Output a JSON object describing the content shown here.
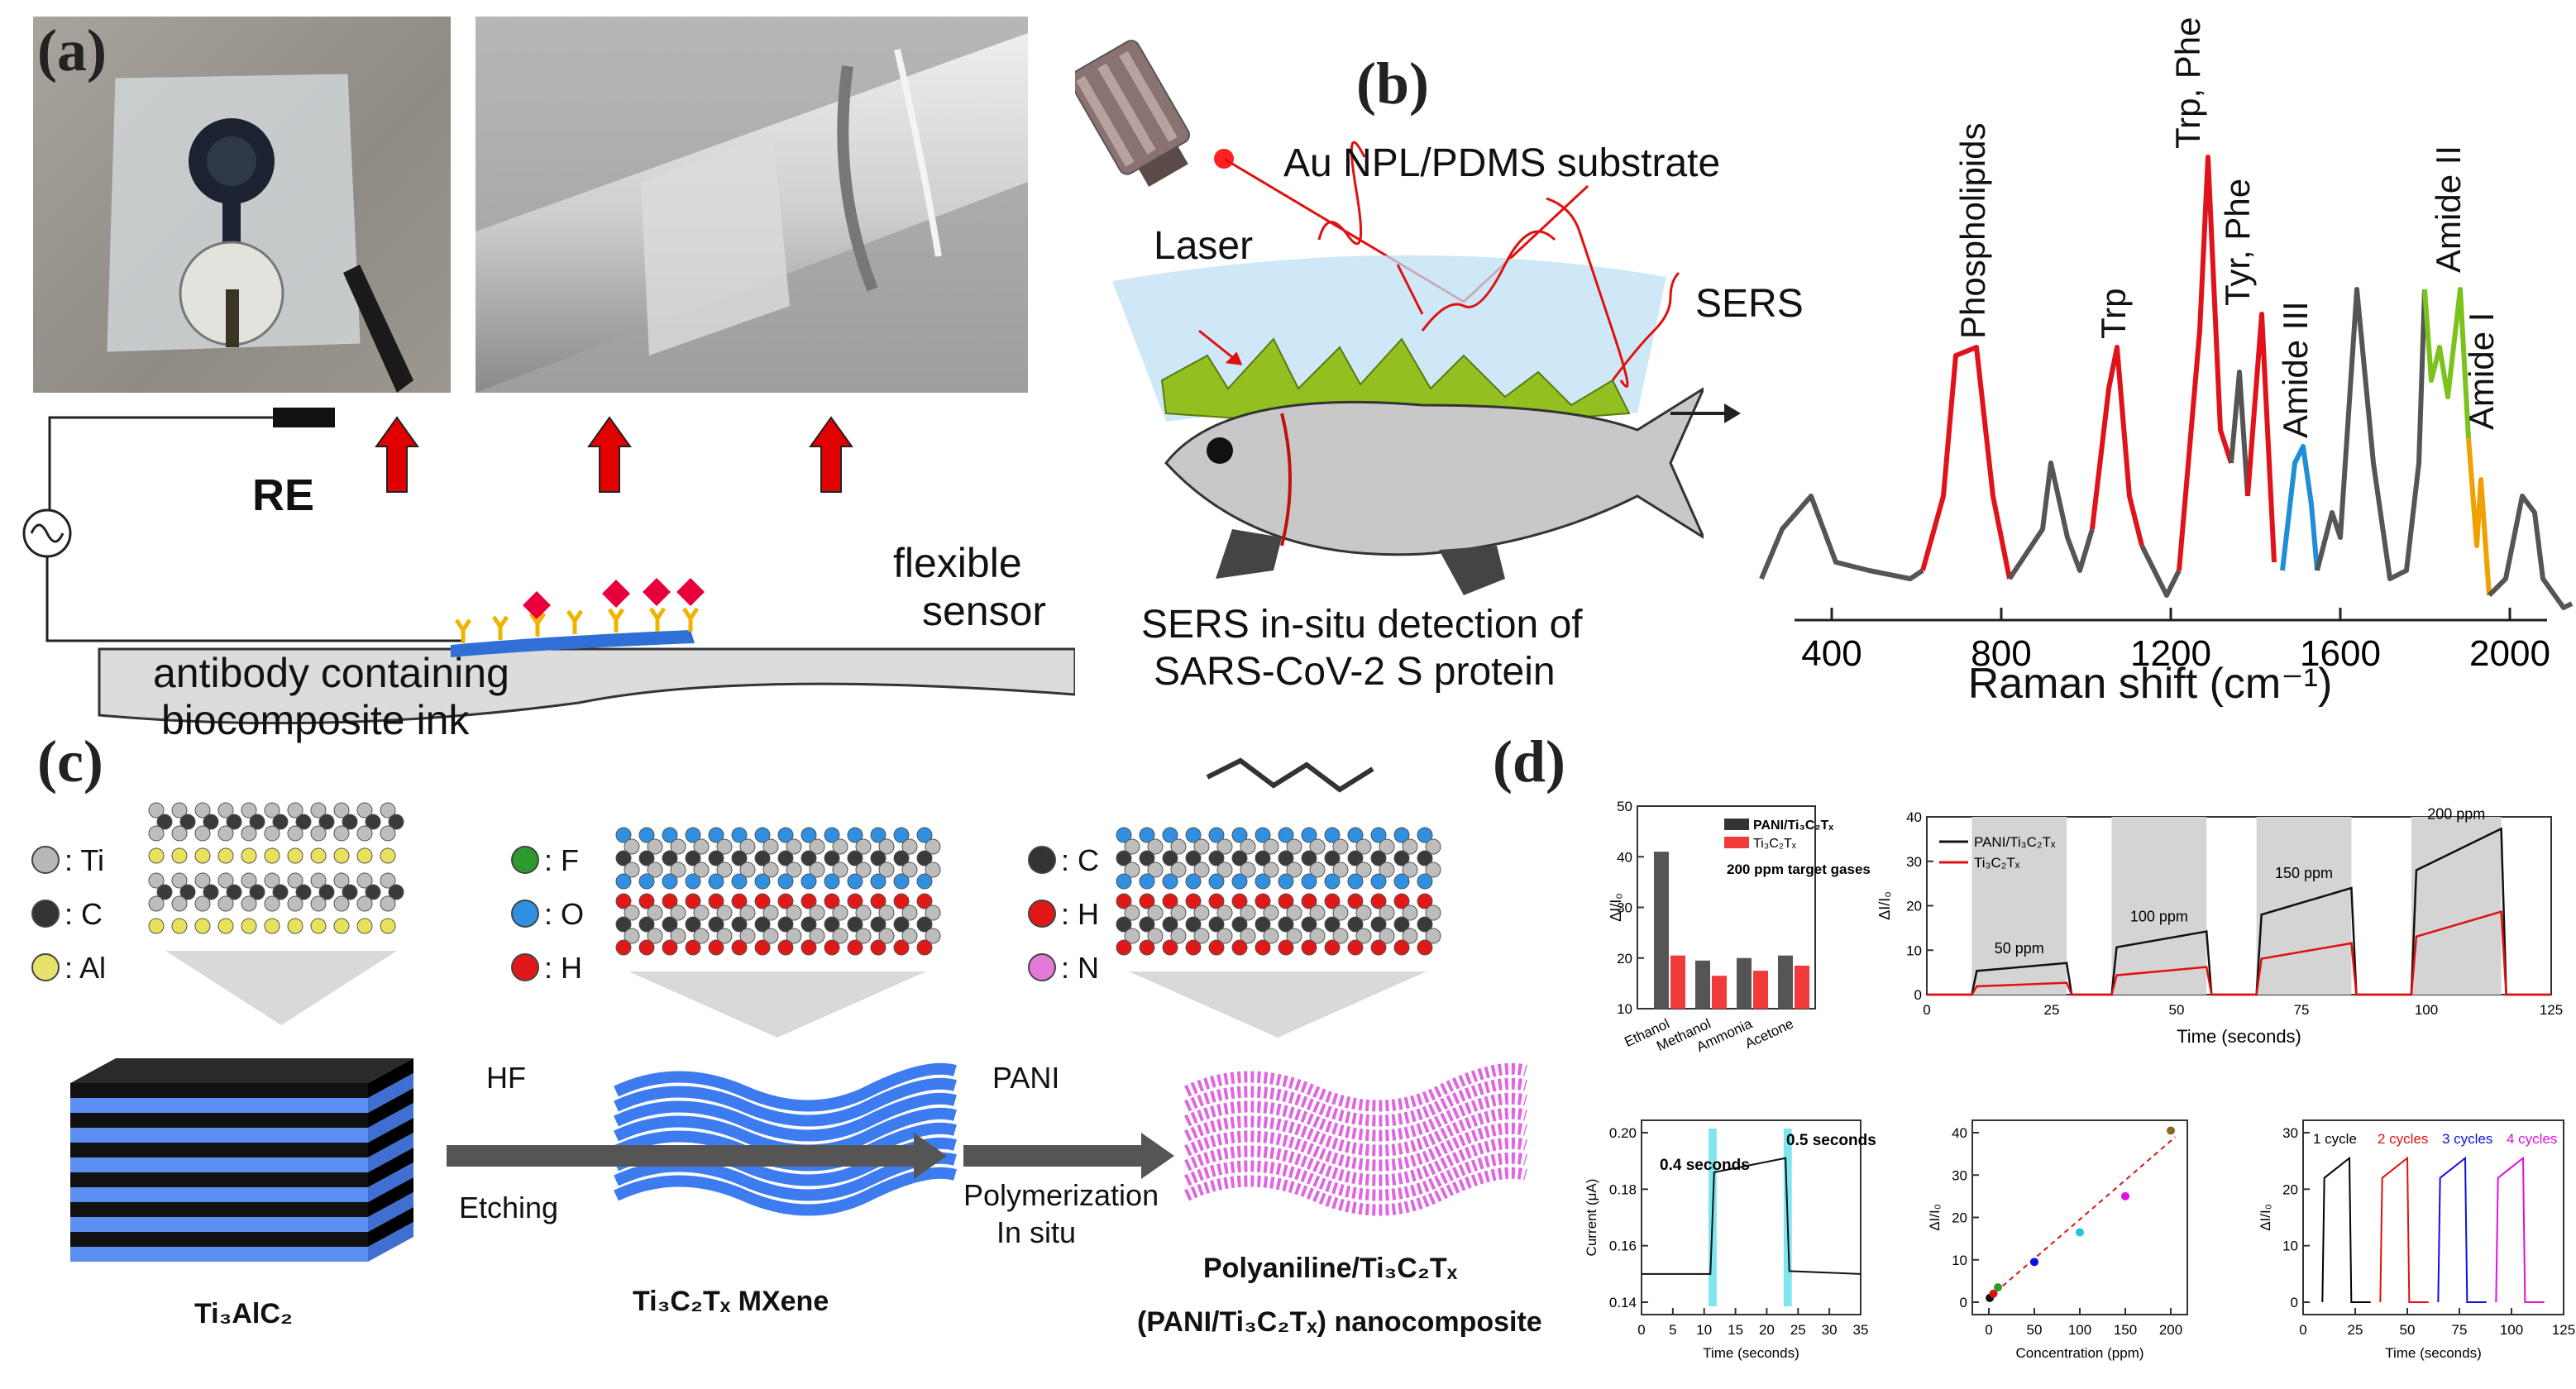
{
  "panel_a": {
    "label": "(a)",
    "re_label": "RE",
    "sensor_label": "flexible\nsensor",
    "sensor_label_l1": "flexible",
    "sensor_label_l2": "sensor",
    "ink_label_l1": "antibody containing",
    "ink_label_l2": "biocomposite ink",
    "colors": {
      "arrow": "#e00000",
      "antibody": "#f0b400",
      "antigen": "#e8003a",
      "layer": "#2f6fd6"
    }
  },
  "panel_b": {
    "label": "(b)",
    "laser_label": "Laser",
    "substrate_label": "Au NPL/PDMS substrate",
    "sers_label": "SERS",
    "caption_l1": "SERS in-situ detection of",
    "caption_l2": "SARS-CoV-2 S protein",
    "peaks": [
      {
        "text": "Phospholipids",
        "color": "#e0121a"
      },
      {
        "text": "Trp",
        "color": "#e0121a"
      },
      {
        "text": "Trp, Phe",
        "color": "#e0121a"
      },
      {
        "text": "Tyr, Phe",
        "color": "#e0121a"
      },
      {
        "text": "Amide III",
        "color": "#1e8fd6"
      },
      {
        "text": "Amide II",
        "color": "#7cc21c"
      },
      {
        "text": "Amide I",
        "color": "#f0a000"
      }
    ],
    "xaxis": {
      "label": "Raman shift (cm⁻¹)",
      "ticks": [
        "400",
        "800",
        "1200",
        "1600",
        "2000"
      ]
    }
  },
  "panel_c": {
    "label": "(c)",
    "legend_left": [
      {
        "sym": ": Ti",
        "color": "#b8b8b8"
      },
      {
        "sym": ": C",
        "color": "#333333"
      },
      {
        "sym": ": Al",
        "color": "#e6e26a"
      }
    ],
    "legend_mid": [
      {
        "sym": ": F",
        "color": "#2e9a2e"
      },
      {
        "sym": ": O",
        "color": "#2f8fe0"
      },
      {
        "sym": ": H",
        "color": "#e01818"
      }
    ],
    "legend_right": [
      {
        "sym": ": C",
        "color": "#333333"
      },
      {
        "sym": ": H",
        "color": "#e01818"
      },
      {
        "sym": ": N",
        "color": "#e47ad8"
      }
    ],
    "step1_top": "HF",
    "step1_bottom": "Etching",
    "step2_top": "PANI",
    "step2_bottom_l1": "Polymerization",
    "step2_bottom_l2": "In situ",
    "mat1": "Ti₃AlC₂",
    "mat2": "Ti₃C₂Tₓ MXene",
    "mat3_l1": "Polyaniline/Ti₃C₂Tₓ",
    "mat3_l2": "(PANI/Ti₃C₂Tₓ) nanocomposite"
  },
  "panel_d": {
    "label": "(d)",
    "bar_chart": {
      "legend": [
        "PANI/Ti₃C₂Tₓ",
        "Ti₃C₂Tₓ"
      ],
      "note": "200 ppm target gases",
      "ylabel": "ΔI/I₀",
      "yticks": [
        "10",
        "20",
        "30",
        "40",
        "50"
      ],
      "categories": [
        "Ethanol",
        "Methanol",
        "Ammonia",
        "Acetone"
      ]
    },
    "step_chart": {
      "legend": [
        "PANI/Ti₃C₂Tₓ",
        "Ti₃C₂Tₓ"
      ],
      "labels": [
        "50 ppm",
        "100 ppm",
        "150 ppm",
        "200 ppm"
      ],
      "ylabel": "ΔI/I₀",
      "yticks": [
        "0",
        "10",
        "20",
        "30",
        "40"
      ],
      "xticks": [
        "0",
        "25",
        "50",
        "75",
        "100",
        "125"
      ],
      "xlabel": "Time (seconds)"
    },
    "response_chart": {
      "ylabel": "Current (μA)",
      "yticks": [
        "0.14",
        "0.16",
        "0.18",
        "0.20"
      ],
      "xticks": [
        "0",
        "5",
        "10",
        "15",
        "20",
        "25",
        "30",
        "35"
      ],
      "xlabel": "Time (seconds)",
      "ann1": "0.4 seconds",
      "ann2": "0.5 seconds"
    },
    "linear_chart": {
      "ylabel": "ΔI/I₀",
      "yticks": [
        "0",
        "10",
        "20",
        "30",
        "40"
      ],
      "xticks": [
        "0",
        "50",
        "100",
        "150",
        "200"
      ],
      "xlabel": "Concentration (ppm)"
    },
    "cycle_chart": {
      "ylabel": "ΔI/I₀",
      "yticks": [
        "0",
        "10",
        "20",
        "30"
      ],
      "xticks": [
        "0",
        "25",
        "50",
        "75",
        "100",
        "125"
      ],
      "xlabel": "Time (seconds)",
      "cycles": [
        {
          "text": "1 cycle",
          "color": "#000000"
        },
        {
          "text": "2 cycles",
          "color": "#e01010"
        },
        {
          "text": "3 cycles",
          "color": "#1010e0"
        },
        {
          "text": "4 cycles",
          "color": "#e010e0"
        }
      ]
    }
  }
}
